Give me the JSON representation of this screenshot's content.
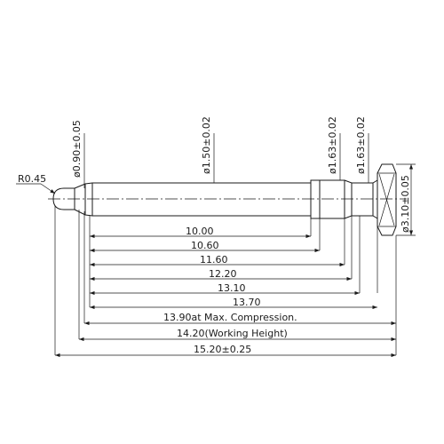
{
  "drawing": {
    "vertical_labels": {
      "tip_diameter": "ø0.90±0.05",
      "barrel_diameter": "ø1.50±0.02",
      "collar_diameter_1": "ø1.63±0.02",
      "collar_diameter_2": "ø1.63±0.02",
      "head_diameter": "ø3.10±0.05"
    },
    "radius_label": "R0.45",
    "lengths": [
      "10.00",
      "10.60",
      "11.60",
      "12.20",
      "13.10",
      "13.70",
      "13.90at Max. Compression.",
      "14.20(Working Height)",
      "15.20±0.25"
    ]
  }
}
